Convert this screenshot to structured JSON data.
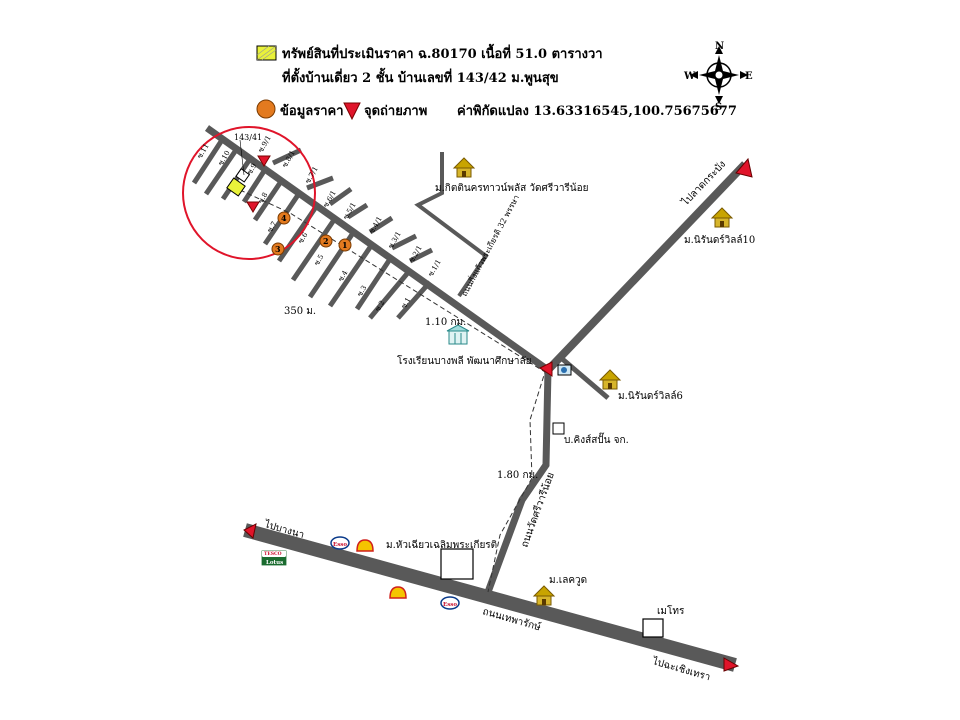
{
  "legend": {
    "subject_line1": "ทรัพย์สินที่ประเมินราคา ฉ.80170  เนื้อที่ 51.0 ตารางวา",
    "subject_line2": "ที่ตั้งบ้านเดี่ยว 2 ชั้น บ้านเลขที่ 143/42 ม.พูนสุข",
    "price_data_label": "ข้อมูลราคา",
    "photo_point_label": "จุดถ่ายภาพ",
    "coordinates_label": "ค่าพิกัดแปลง 13.63316545,100.75675677",
    "colors": {
      "subject": "#e9f23a",
      "price_marker": "#e37a1f",
      "photo_marker": "#e0142a",
      "road": "#595959",
      "circle": "#e0142a",
      "arrow": "#e0142a"
    }
  },
  "compass": {
    "n": "N",
    "s": "S",
    "e": "E",
    "w": "W",
    "icon": "compass-rose-icon"
  },
  "labels": {
    "lot_number": "143/41",
    "distance_350": "350 ม.",
    "distance_110": "1.10 กม.",
    "distance_180": "1.80 กม.",
    "school": "โรงเรียนบางพลี พัฒนาศึกษาลัย",
    "village_kittin": "ม.กิตตินครทาวน์พลัส วัดศรีวารีน้อย",
    "village_nirun10": "ม.นิรันดร์วิลล์10",
    "village_nirun6": "ม.นิรันดร์วิลล์6",
    "kingsup": "บ.คิงส์สปั๊น จก.",
    "village_huachiew": "ม.หัวเฉียวเฉลิมพระเกียรติ",
    "village_lakewood": "ม.เลควูด",
    "meethro": "เมโทร",
    "to_bangna": "ไปบางนา",
    "to_lat_krabang": "ไปลาดกระบัง",
    "to_chachoengsao": "ไปฉะเชิงเทรา",
    "road_theparak": "ถนนเทพารักษ์",
    "road_wat_sriwari": "ถนนวัดศรีวารีน้อย",
    "road_kingkaew": "ถนนกิ่งแก้วพระเกียรติ 32 พรรษา",
    "tesco_line1": "TESCO",
    "tesco_line2": "Lotus",
    "esso": "Esso"
  },
  "price_markers": [
    "1",
    "2",
    "3",
    "4"
  ],
  "sois": [
    "ซ.11",
    "ซ.10",
    "ซ.9/1",
    "ซ.9",
    "ซ.8/1",
    "ซ.8",
    "ซ.7/1",
    "ซ.7",
    "ซ.6/1",
    "ซ.6",
    "ซ.5/1",
    "ซ.5",
    "ซ.4/1",
    "ซ.4",
    "ซ.3/1",
    "ซ.3",
    "ซ.2/1",
    "ซ.2",
    "ซ.1/1",
    "ซ.1"
  ]
}
